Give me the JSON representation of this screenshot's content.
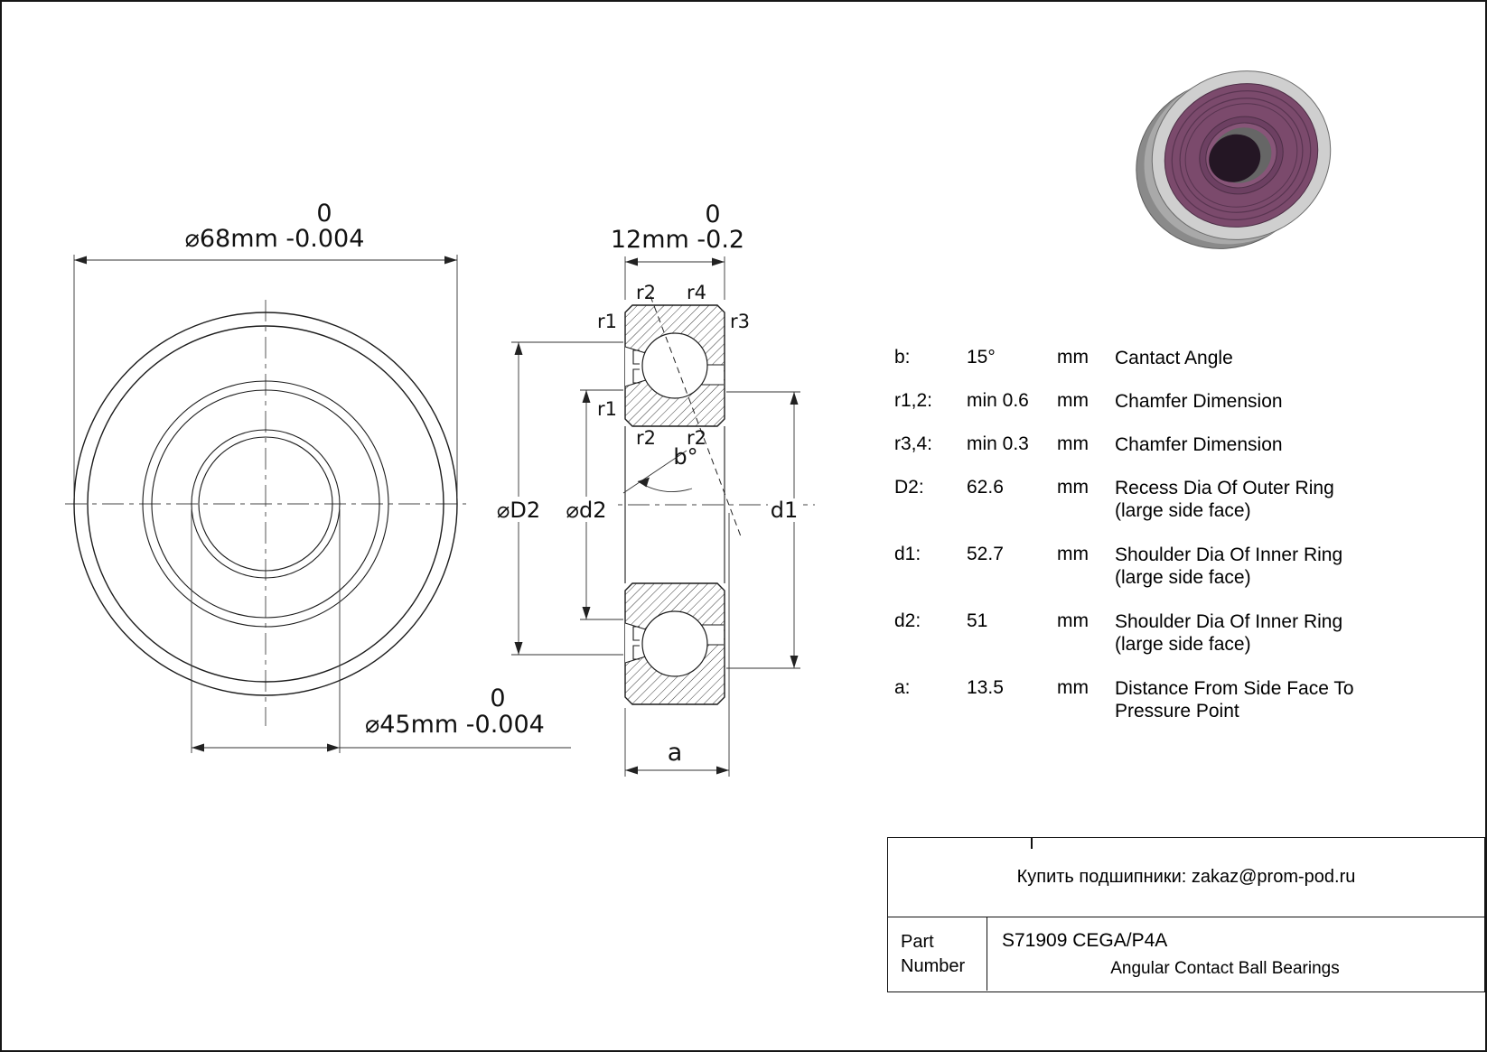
{
  "front_view": {
    "od_tol_upper": "0",
    "od_dim": "⌀68mm -0.004",
    "bore_tol_upper": "0",
    "bore_dim": "⌀45mm -0.004"
  },
  "section_view": {
    "width_tol_upper": "0",
    "width_dim": "12mm -0.2",
    "r1": "r1",
    "r2": "r2",
    "r3": "r3",
    "r4": "r4",
    "b_angle": "b°",
    "dim_D2": "⌀D2",
    "dim_d2": "⌀d2",
    "dim_d1": "d1",
    "dim_a": "a"
  },
  "spec_table": {
    "rows": [
      {
        "param": "b:",
        "value": "15°",
        "unit": "mm",
        "desc": "Cantact Angle"
      },
      {
        "param": "r1,2:",
        "value": "min 0.6",
        "unit": "mm",
        "desc": "Chamfer Dimension"
      },
      {
        "param": "r3,4:",
        "value": "min 0.3",
        "unit": "mm",
        "desc": "Chamfer Dimension"
      },
      {
        "param": "D2:",
        "value": "62.6",
        "unit": "mm",
        "desc": "Recess Dia Of Outer Ring",
        "desc2": "(large side face)"
      },
      {
        "param": "d1:",
        "value": "52.7",
        "unit": "mm",
        "desc": "Shoulder Dia Of Inner Ring",
        "desc2": "(large side face)"
      },
      {
        "param": "d2:",
        "value": "51",
        "unit": "mm",
        "desc": "Shoulder Dia Of Inner Ring",
        "desc2": "(large side face)"
      },
      {
        "param": "a:",
        "value": "13.5",
        "unit": "mm",
        "desc": "Distance From Side Face To",
        "desc2": "Pressure Point"
      }
    ]
  },
  "title_block": {
    "contact": "Купить подшипники: zakaz@prom-pod.ru",
    "part_label_line1": "Part",
    "part_label_line2": "Number",
    "part_number": "S71909 CEGA/P4A",
    "bearing_type": "Angular Contact Ball Bearings"
  },
  "colors": {
    "line": "#1c1c1c",
    "bearing_face": "#7b4a6c",
    "bearing_metal": "#cfcfcf"
  }
}
